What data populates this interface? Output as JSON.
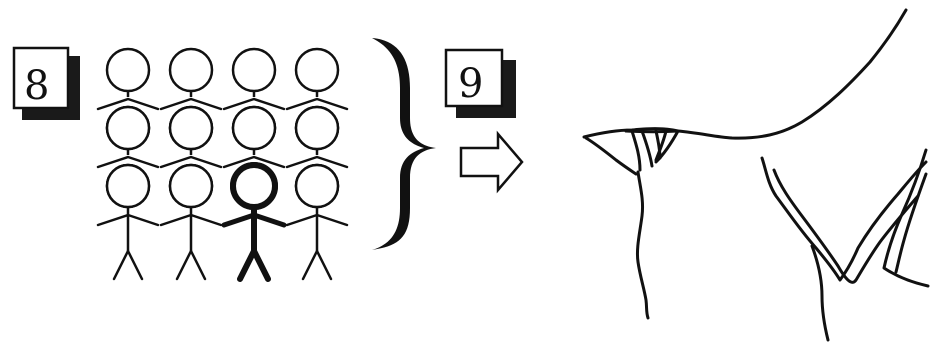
{
  "step_badges": [
    {
      "label": "8"
    },
    {
      "label": "9"
    }
  ],
  "crowd": {
    "rows": 3,
    "columns": 4,
    "highlighted_figure": {
      "row": 3,
      "column": 3
    }
  },
  "colors": {
    "ink": "#111111",
    "shadow": "#1a1a1a",
    "background": "#ffffff"
  },
  "icons": [
    "badge-shadow-icon",
    "stick-figure-icon",
    "curly-brace-icon",
    "right-arrow-icon",
    "terrain-sketch-icon"
  ]
}
